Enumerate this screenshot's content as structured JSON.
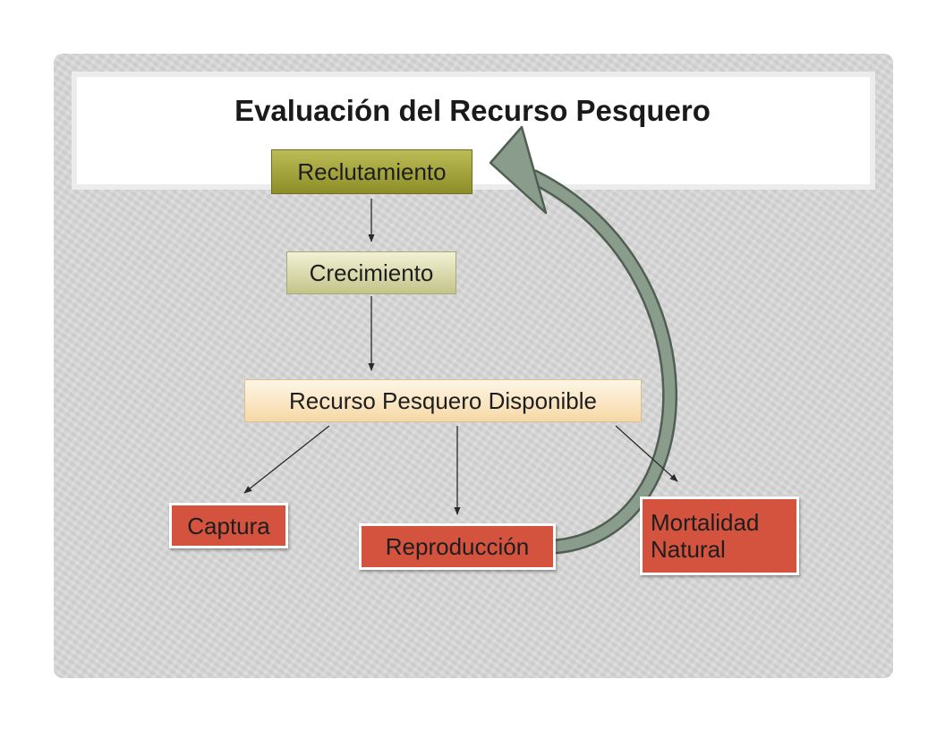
{
  "title": "Evaluación del Recurso Pesquero",
  "nodes": {
    "reclutamiento": "Reclutamiento",
    "crecimiento": "Crecimiento",
    "recurso": "Recurso Pesquero Disponible",
    "captura": "Captura",
    "reproduccion": "Reproducción",
    "mortalidad_line1": "Mortalidad",
    "mortalidad_line2": "Natural"
  },
  "colors": {
    "reclutamiento": "#a3a33c",
    "crecimiento": "#dcdcae",
    "recurso": "#fbe8c6",
    "outcome": "#d3533f",
    "cycle_arrow": "#8a9c8c"
  }
}
